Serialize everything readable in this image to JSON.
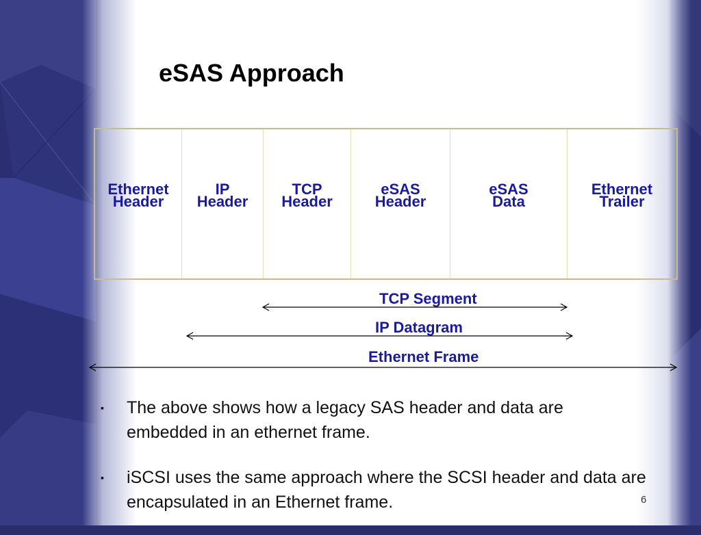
{
  "slide": {
    "title": "eSAS Approach",
    "page_number": "6"
  },
  "frame_fields": [
    {
      "line1": "Ethernet",
      "line2": "Header"
    },
    {
      "line1": "IP",
      "line2": "Header"
    },
    {
      "line1": "TCP",
      "line2": "Header"
    },
    {
      "line1": "eSAS",
      "line2": "Header"
    },
    {
      "line1": "eSAS",
      "line2": "Data"
    },
    {
      "line1": "Ethernet",
      "line2": "Trailer"
    }
  ],
  "spans": {
    "tcp_segment": "TCP Segment",
    "ip_datagram": "IP Datagram",
    "ethernet_frame": "Ethernet Frame"
  },
  "bullets": [
    {
      "marker": "▪",
      "text": "The above shows how a legacy SAS header and data are embedded in an ethernet frame."
    },
    {
      "marker": "▪",
      "text": "iSCSI uses the same approach where the SCSI header and data are encapsulated in an Ethernet frame."
    }
  ],
  "colors": {
    "label_blue": "#1a1a9c",
    "table_border": "#c8bd8a",
    "background_navy": "#2b2f72"
  }
}
